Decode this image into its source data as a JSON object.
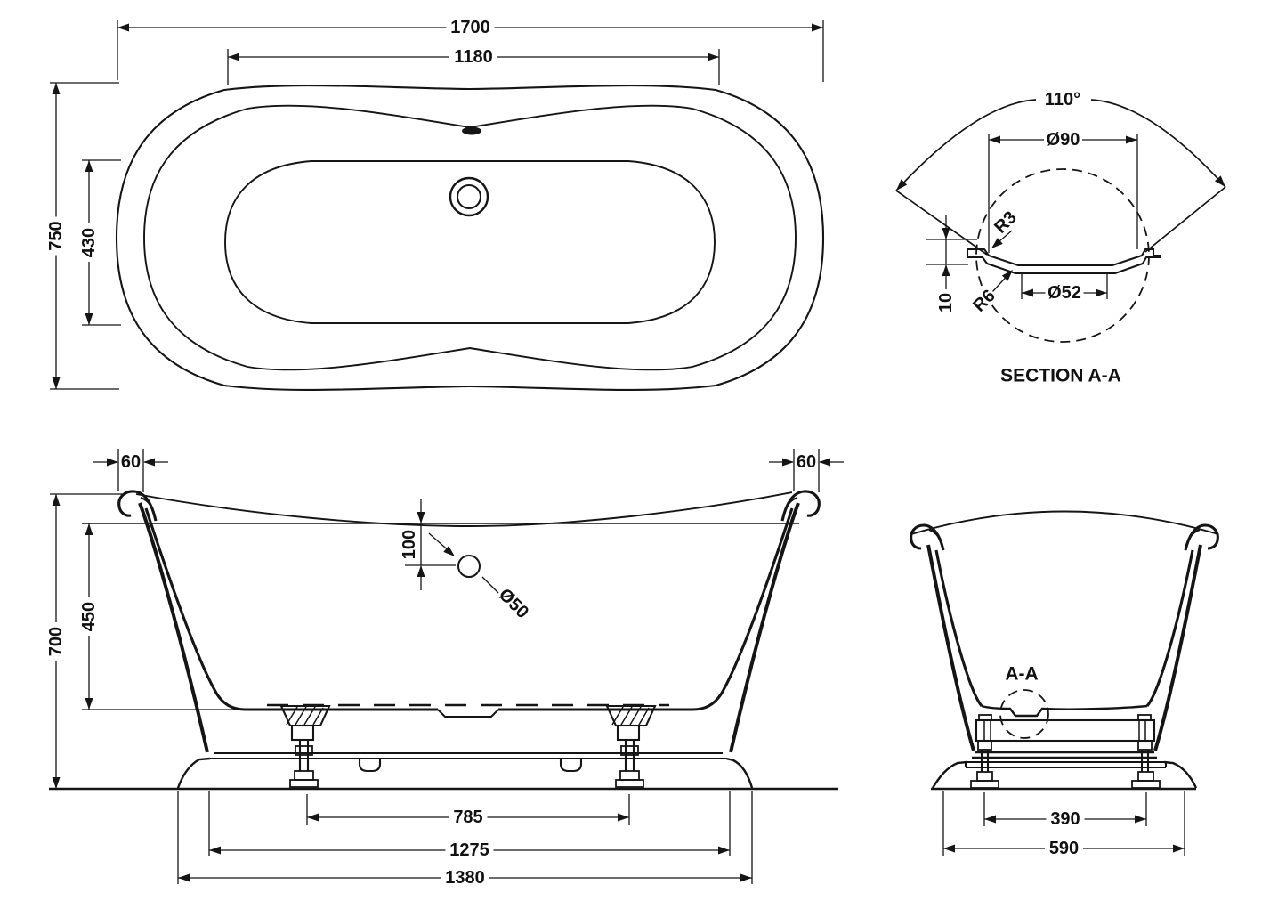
{
  "drawing": {
    "background_color": "#ffffff",
    "line_color": "#151515",
    "views": {
      "plan": {
        "dims": {
          "length_overall": "1700",
          "rim_length": "1180",
          "width_overall": "750",
          "basin_width": "430"
        }
      },
      "section": {
        "title": "SECTION A-A",
        "dims": {
          "cone_angle": "110°",
          "outer_dia": "Ø90",
          "corner_radius": "R3",
          "base_radius": "R6",
          "seat_depth": "10",
          "waste_dia": "Ø52"
        }
      },
      "front": {
        "dims": {
          "left_lip_width": "60",
          "right_lip_width": "60",
          "overall_height": "700",
          "inner_depth": "450",
          "overflow_offset": "100",
          "overflow_dia": "Ø50",
          "leg_centres": "785",
          "plinth_length": "1275",
          "base_length": "1380"
        }
      },
      "end": {
        "section_label": "A-A",
        "dims": {
          "leg_centres": "390",
          "plinth_width": "590"
        }
      }
    }
  }
}
